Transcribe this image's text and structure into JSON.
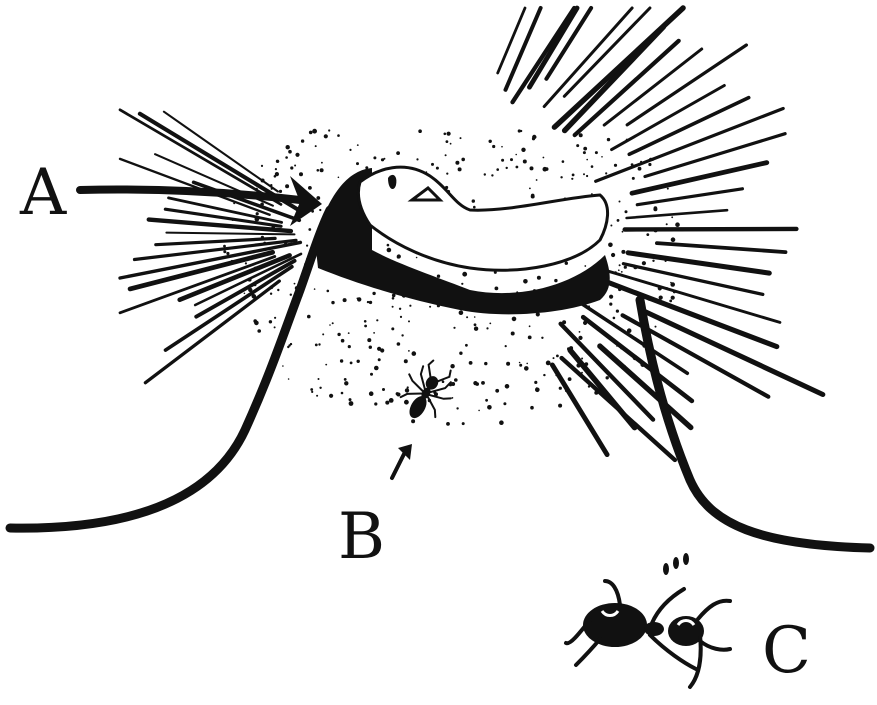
{
  "figure": {
    "labels": {
      "a": "A",
      "b": "B",
      "c": "C"
    },
    "style": {
      "ink": "#111111",
      "paper": "#ffffff"
    }
  }
}
